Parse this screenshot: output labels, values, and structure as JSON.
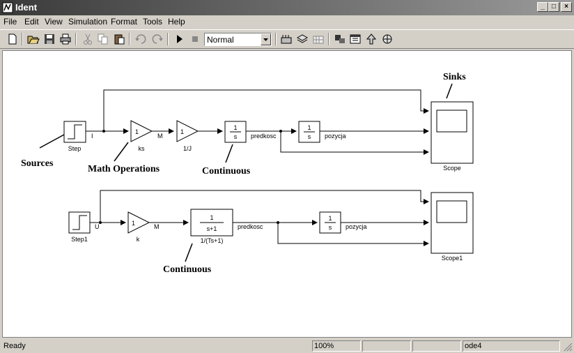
{
  "window": {
    "title": "Ident"
  },
  "menu": [
    "File",
    "Edit",
    "View",
    "Simulation",
    "Format",
    "Tools",
    "Help"
  ],
  "toolbar": {
    "sim_mode": "Normal"
  },
  "diagram": {
    "blocks": {
      "step": "Step",
      "ks": "ks",
      "gain_value": "1",
      "inv_j": "1/J",
      "integrator_num": "1",
      "integrator_den": "s",
      "scope": "Scope",
      "step1": "Step1",
      "k": "k",
      "tf_num": "1",
      "tf_den": "s+1",
      "tf_label": "1/(Ts+1)",
      "scope1": "Scope1"
    },
    "signals": {
      "i": "I",
      "m": "M",
      "predkosc": "predkosc",
      "pozycja": "pozycja",
      "u": "U"
    },
    "annotations": {
      "sinks": "Sinks",
      "sources": "Sources",
      "math": "Math Operations",
      "continuous": "Continuous"
    }
  },
  "status": {
    "ready": "Ready",
    "zoom": "100%",
    "solver": "ode4"
  }
}
